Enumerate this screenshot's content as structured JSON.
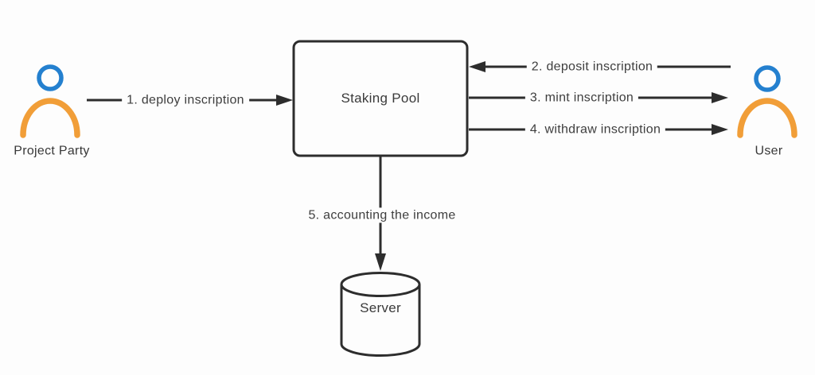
{
  "diagram": {
    "title": "staking pool inscription flow",
    "colors": {
      "background": "#fdfdfd",
      "line": "#2d2d2d",
      "text": "#3e3e3e",
      "person_head_blue": "#2480cf",
      "person_body_orange": "#f19e38"
    },
    "actors": {
      "project_party": {
        "label": "Project Party",
        "icon": "person-icon"
      },
      "user": {
        "label": "User",
        "icon": "person-icon"
      }
    },
    "nodes": {
      "staking_pool": {
        "label": "Staking Pool",
        "shape": "rounded-rectangle"
      },
      "server": {
        "label": "Server",
        "shape": "database-cylinder"
      }
    },
    "flows": [
      {
        "step": 1,
        "label": "1. deploy inscription",
        "from": "project_party",
        "to": "staking_pool",
        "arrow_direction": "right"
      },
      {
        "step": 2,
        "label": "2. deposit inscription",
        "from": "user",
        "to": "staking_pool",
        "arrow_direction": "left"
      },
      {
        "step": 3,
        "label": "3. mint inscription",
        "from": "staking_pool",
        "to": "user",
        "arrow_direction": "right"
      },
      {
        "step": 4,
        "label": "4. withdraw inscription",
        "from": "staking_pool",
        "to": "user",
        "arrow_direction": "right"
      },
      {
        "step": 5,
        "label": "5. accounting the income",
        "from": "staking_pool",
        "to": "server",
        "arrow_direction": "down"
      }
    ]
  }
}
